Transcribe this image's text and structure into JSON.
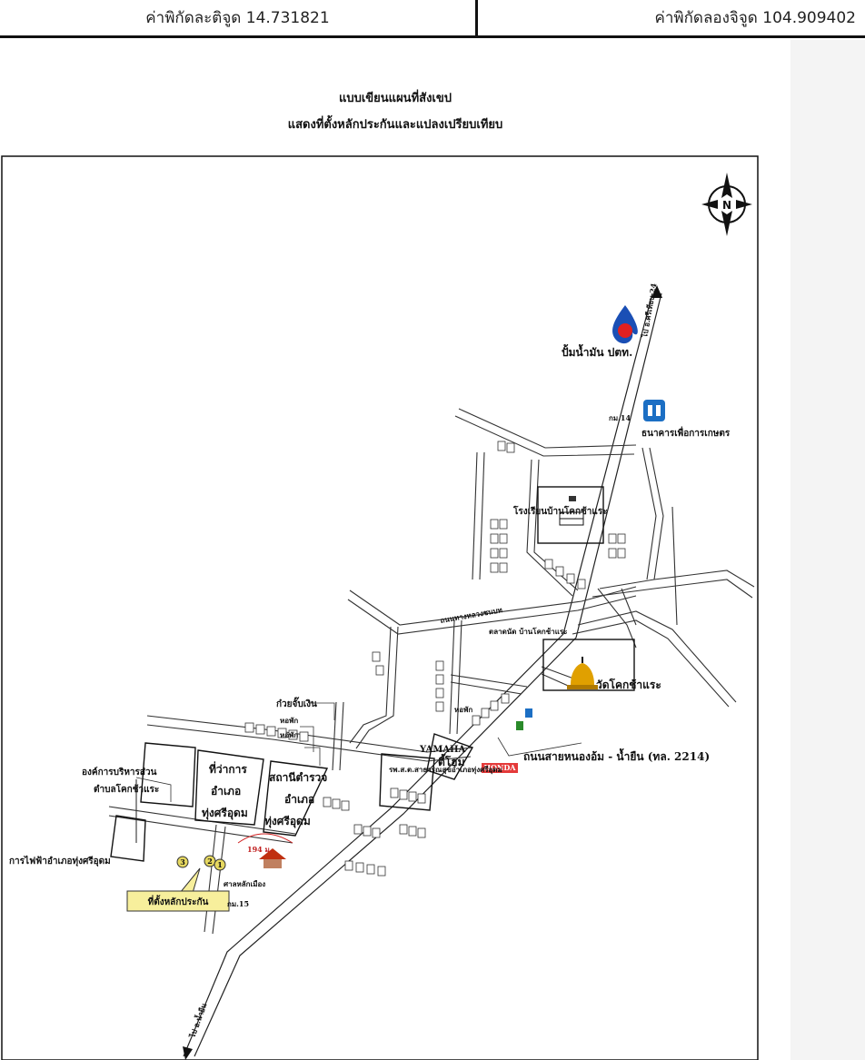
{
  "header": {
    "latitude_text": "ค่าพิกัดละติจูด 14.731821",
    "longitude_text": "ค่าพิกัดลองจิจูด 104.909402"
  },
  "titles": {
    "line1": "แบบเขียนแผนที่สังเขป",
    "line2": "แสดงที่ตั้งหลักประกันและแปลงเปรียบเทียบ"
  },
  "map": {
    "compass_letter": "N",
    "labels": {
      "ptt_station": "ปั้มน้ำมัน ปตท.",
      "road_north": "ไป อ.ศรีเทียบ 24",
      "km14": "กม.14",
      "agri_bank": "ธนาคารเพื่อการเกษตร",
      "school": "โรงเรียนบ้านโคกช้าแระ",
      "side_road": "ถนนทางหลวงชนบท",
      "market": "ตลาดนัด บ้านโคกช้าแระ",
      "temple": "วัดโคกช้าแระ",
      "kuay_tiew": "ก๋วยจั๊บเงิน",
      "dorm1": "หอพัก",
      "dorm2": "หอพัก",
      "dorm3": "หอพัก",
      "yamaha": "YAMAHA",
      "health_center": "รพ.ส.ต.สาธารณสุขอำเภอทุ่งศรีอุดม",
      "tesco": "ตี้โฮม",
      "honda": "HONDA",
      "main_road": "ถนนสายหนองอ้ม - น้ำยืน (ทล. 2214)",
      "sao_1": "องค์การบริหารส่วน",
      "sao_2": "ตำบลโคกช้าแระ",
      "district_1": "ที่ว่าการ",
      "district_2": "อำเภอ",
      "district_3": "ทุ่งศรีอุดม",
      "police_1": "สถานีตำรวจ",
      "police_2": "อำเภอ",
      "police_3": "ทุ่งศรีอุดม",
      "electricity": "การไฟฟ้าอำเภอทุ่งศรีอุดม",
      "distance": "194 ม.",
      "shrine": "ศาลหลักเมือง",
      "km15": "กม.15",
      "collateral": "ที่ตั้งหลักประกัน",
      "road_south": "ไป อ.น้ำยืน",
      "marker_1": "1",
      "marker_2": "2",
      "marker_3": "3"
    }
  }
}
